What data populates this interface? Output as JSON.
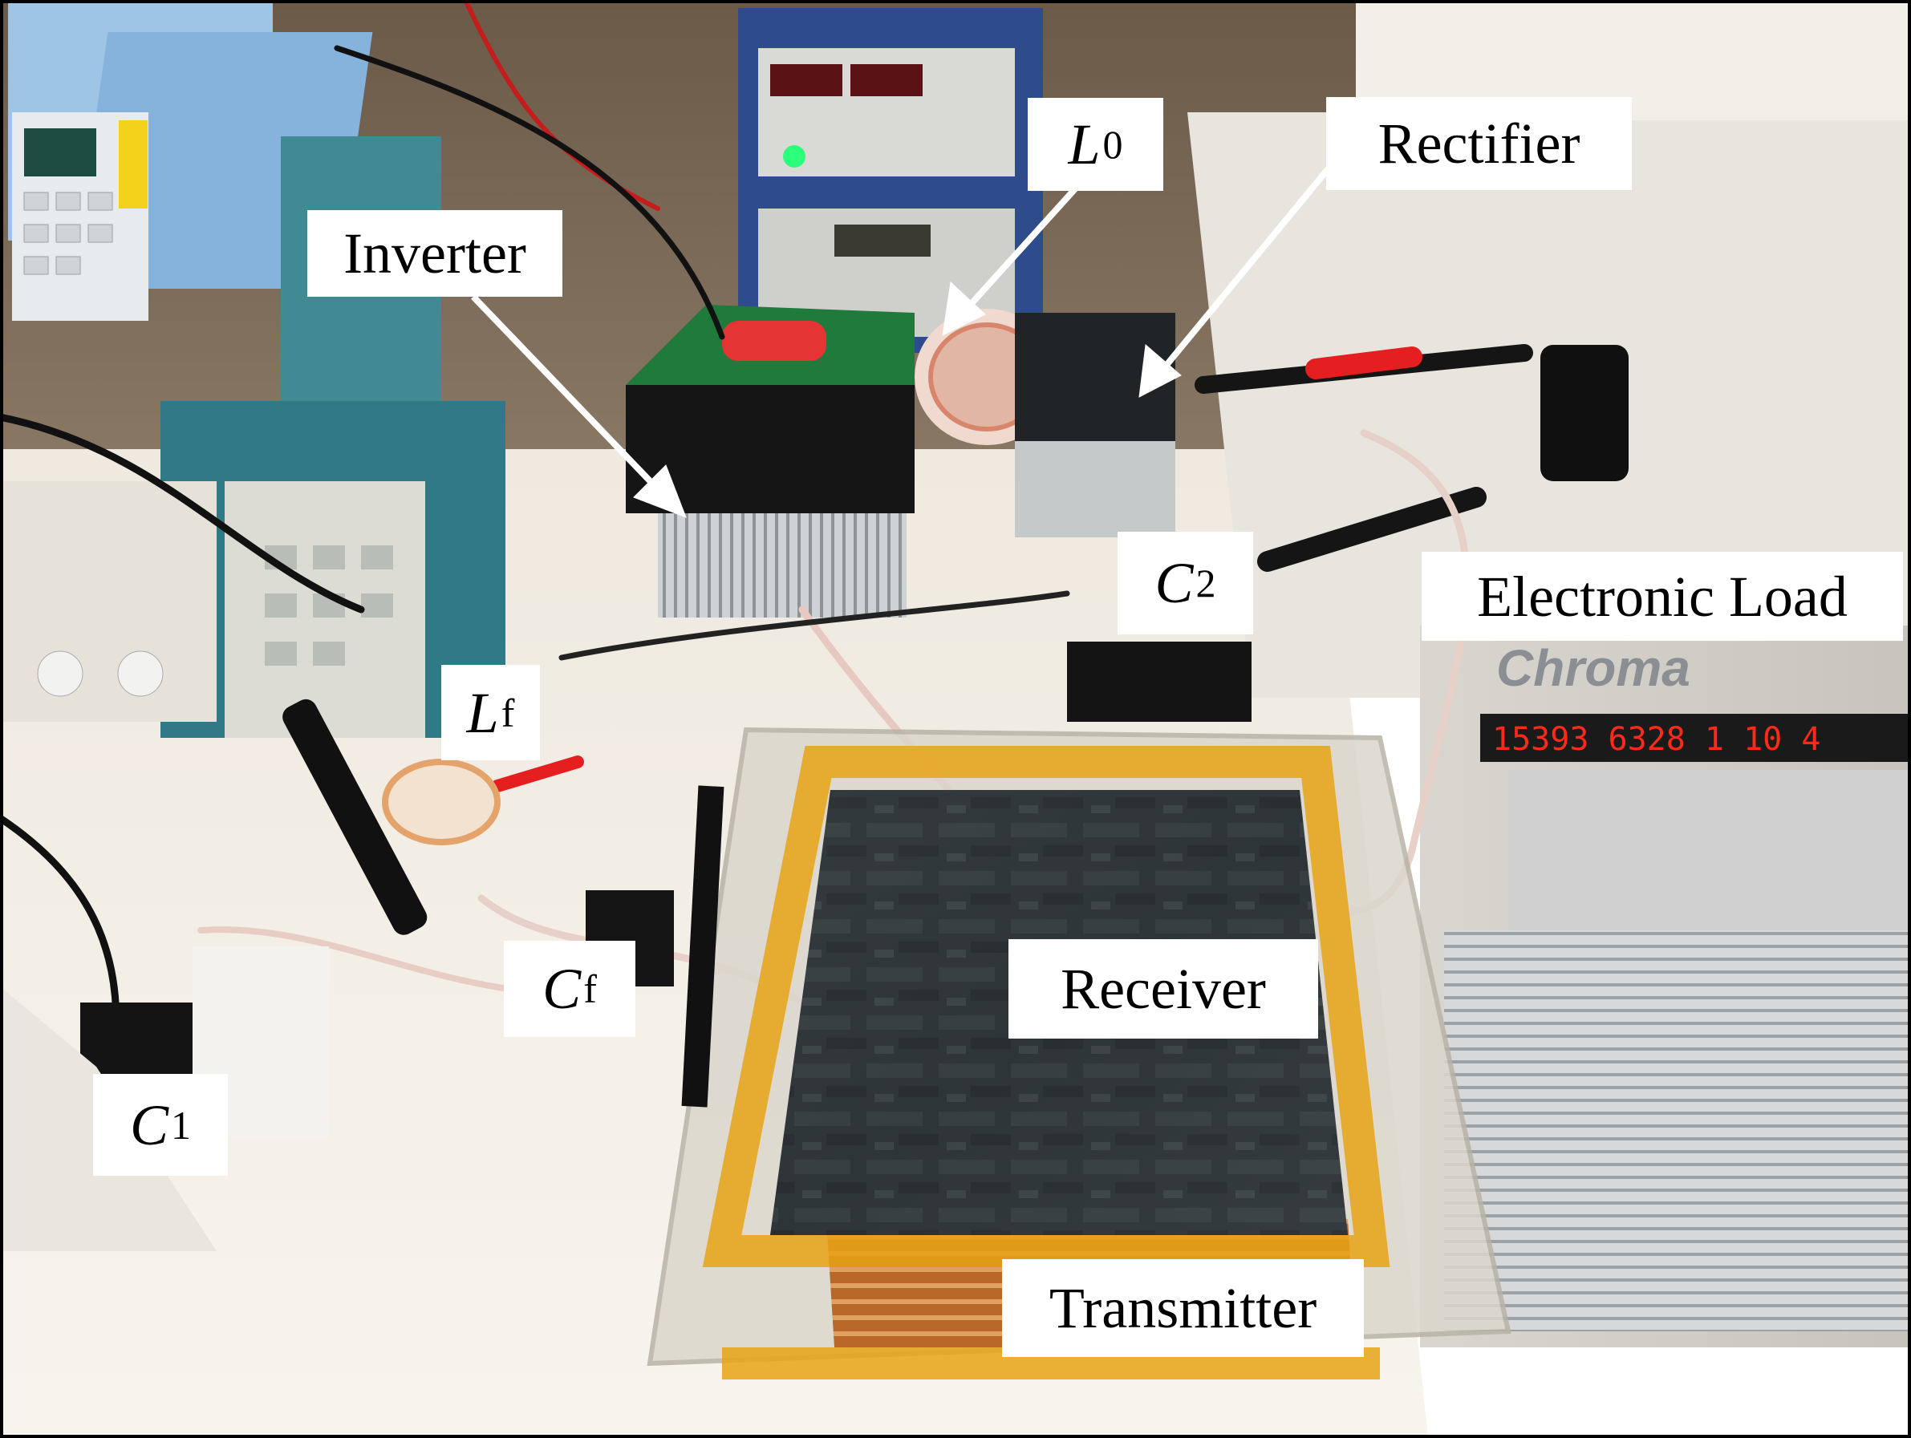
{
  "labels": {
    "inverter": "Inverter",
    "l0": {
      "main": "L",
      "sub": "0"
    },
    "rectifier": "Rectifier",
    "c2": {
      "main": "C",
      "sub": "2"
    },
    "electronic_load": "Electronic Load",
    "lf": {
      "main": "L",
      "sub": "f"
    },
    "cf": {
      "main": "C",
      "sub": "f"
    },
    "receiver": "Receiver",
    "c1": {
      "main": "C",
      "sub": "1"
    },
    "transmitter": "Transmitter"
  },
  "equipment_text": {
    "chroma_logo": "Chroma",
    "load_display": "15393 6328 1 10 4"
  },
  "colors": {
    "frame_border": "#000000",
    "label_bg": "#ffffff",
    "kapton_tape": "#e8a315",
    "coil_copper": "#c9782d",
    "receiver_plate": "#2e3436",
    "pcb_green": "#1f7a3c",
    "display_red": "#ff2a1a"
  }
}
